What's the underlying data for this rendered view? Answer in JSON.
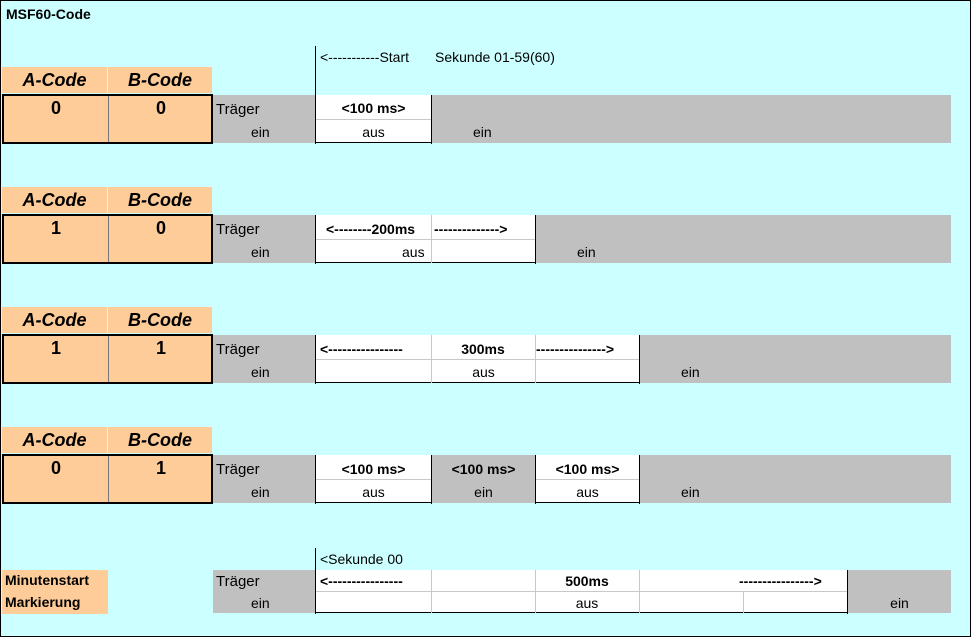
{
  "title": "MSF60-Code",
  "header_a": "A-Code",
  "header_b": "B-Code",
  "traeger": "Träger",
  "ein": "ein",
  "aus": "aus",
  "row1": {
    "a": "0",
    "b": "0",
    "start_label": "<-----------Start",
    "sekunde_label": "Sekunde 01-59(60)",
    "pulse": "<100 ms>"
  },
  "row2": {
    "a": "1",
    "b": "0",
    "pulse_left": "<--------200ms",
    "pulse_right": "-------------->"
  },
  "row3": {
    "a": "1",
    "b": "1",
    "pulse_left": "<----------------",
    "pulse_mid": "300ms",
    "pulse_right": "--------------->"
  },
  "row4": {
    "a": "0",
    "b": "1",
    "pulse1": "<100 ms>",
    "pulse2": "<100 ms>",
    "pulse3": "<100 ms>"
  },
  "row5": {
    "label1": "Minutenstart",
    "label2": "Markierung",
    "sek_label": "<Sekunde 00",
    "pulse_left": "<----------------",
    "pulse_mid": "500ms",
    "pulse_right": "---------------->"
  }
}
